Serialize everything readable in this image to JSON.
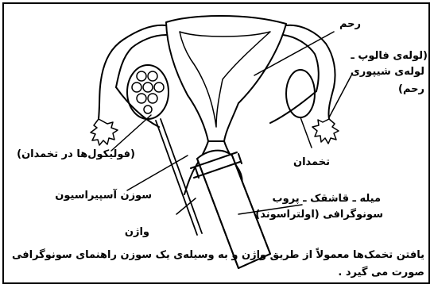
{
  "labels": {
    "uterus": "رحم",
    "tube_line1": "(لوله‌ی فالوپ ـ",
    "tube_line2": "لوله‌ی شیپوری",
    "tube_line3": "رحم)",
    "follicles": "(فولیکول‌ها در تخمدان)",
    "ovary": "تخمدان",
    "needle": "سوزن آسپیراسیون",
    "probe_line1": "میله ـ قاشقک ـ پروب",
    "probe_line2": "سونوگرافی (اولتراسوند)",
    "vagina": "واژن"
  },
  "caption_line1": "یافتن تخمک‌ها معمولاً از طریق واژن و به وسیله‌ی یک سوزن راهنمای سونوگرافی",
  "caption_line2": "صورت می گیرد ."
}
